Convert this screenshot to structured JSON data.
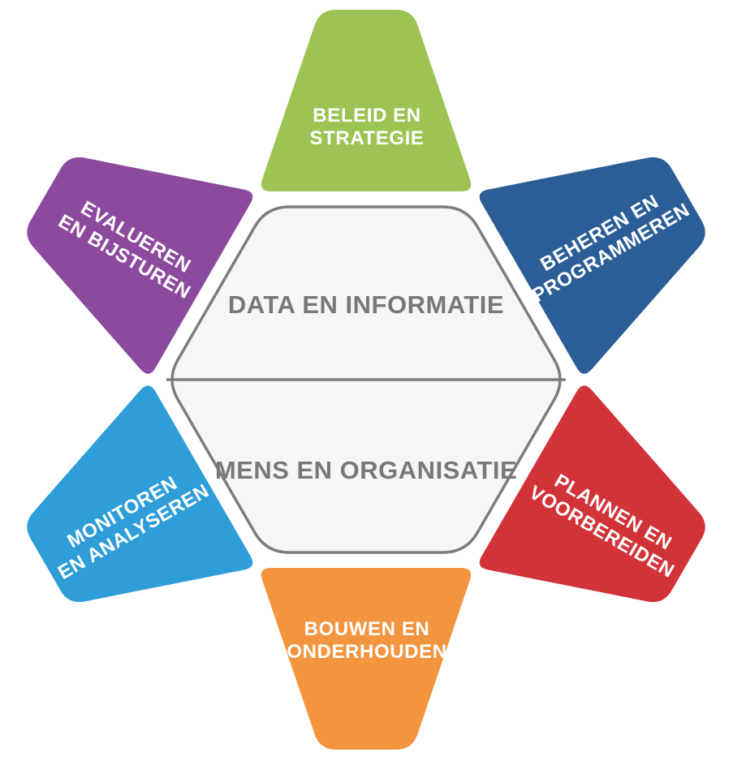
{
  "hexagon": {
    "top_label": "DATA EN INFORMATIE",
    "bottom_label": "MENS EN ORGANISATIE",
    "fill": "#f6f6f6",
    "border_color": "#7c7c7c",
    "text_color": "#77787b"
  },
  "petal_text_color": "#ffffff",
  "petals": [
    {
      "position": "top",
      "label_line1": "BELEID EN",
      "label_line2": "STRATEGIE",
      "color": "#9cc353"
    },
    {
      "position": "top-right",
      "label_line1": "BEHEREN EN",
      "label_line2": "PROGRAMMEREN",
      "color": "#2b5e97"
    },
    {
      "position": "bottom-right",
      "label_line1": "PLANNEN EN",
      "label_line2": "VOORBEREIDEN",
      "color": "#d23338"
    },
    {
      "position": "bottom",
      "label_line1": "BOUWEN EN",
      "label_line2": "ONDERHOUDEN",
      "color": "#f3953f"
    },
    {
      "position": "bottom-left",
      "label_line1": "MONITOREN",
      "label_line2": "EN ANALYSEREN",
      "color": "#2f9dd8"
    },
    {
      "position": "top-left",
      "label_line1": "EVALUEREN",
      "label_line2": "EN BIJSTUREN",
      "color": "#8c4a9e"
    }
  ]
}
